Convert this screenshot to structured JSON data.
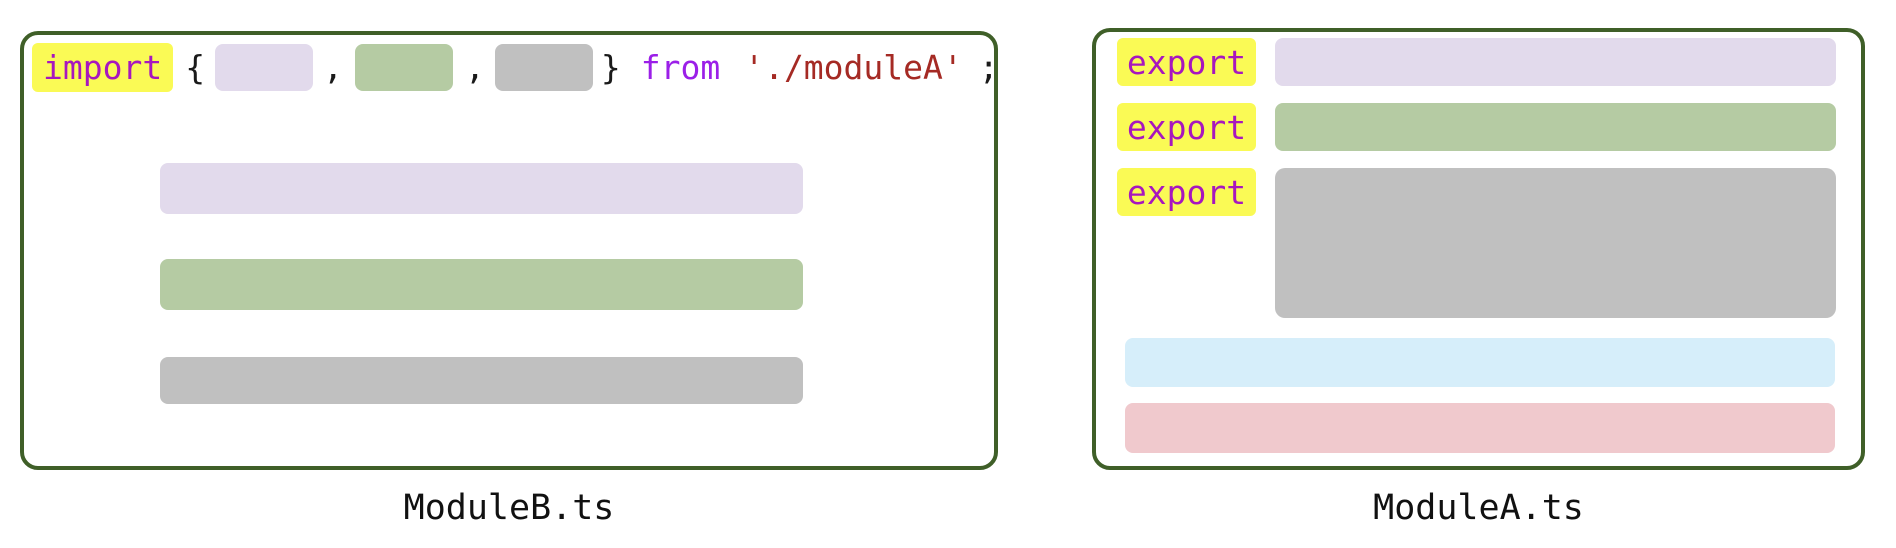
{
  "colors": {
    "box_border": "#3F5F28",
    "highlight_yellow": "#FAFA55",
    "keyword_magenta": "#A717BE",
    "from_violet": "#9B1FE8",
    "string_red": "#A52A24",
    "code_black": "#1A1A1A",
    "lavender": "#E2DAEC",
    "green": "#B5CBA3",
    "gray": "#C0C0C0",
    "blue": "#D6EEFA",
    "pink": "#F0C9CD"
  },
  "module_b": {
    "caption": "ModuleB.ts",
    "import_line": {
      "keyword": "import",
      "open_brace": "{",
      "comma": ",",
      "close_brace": "}",
      "from": "from",
      "path": "'./moduleA'",
      "semicolon": ";"
    },
    "usage_bars": [
      "lavender",
      "green",
      "gray"
    ]
  },
  "module_a": {
    "caption": "ModuleA.ts",
    "export_keyword": "export",
    "exported_members": [
      "lavender",
      "green",
      "gray"
    ],
    "private_members": [
      "blue",
      "pink"
    ]
  }
}
